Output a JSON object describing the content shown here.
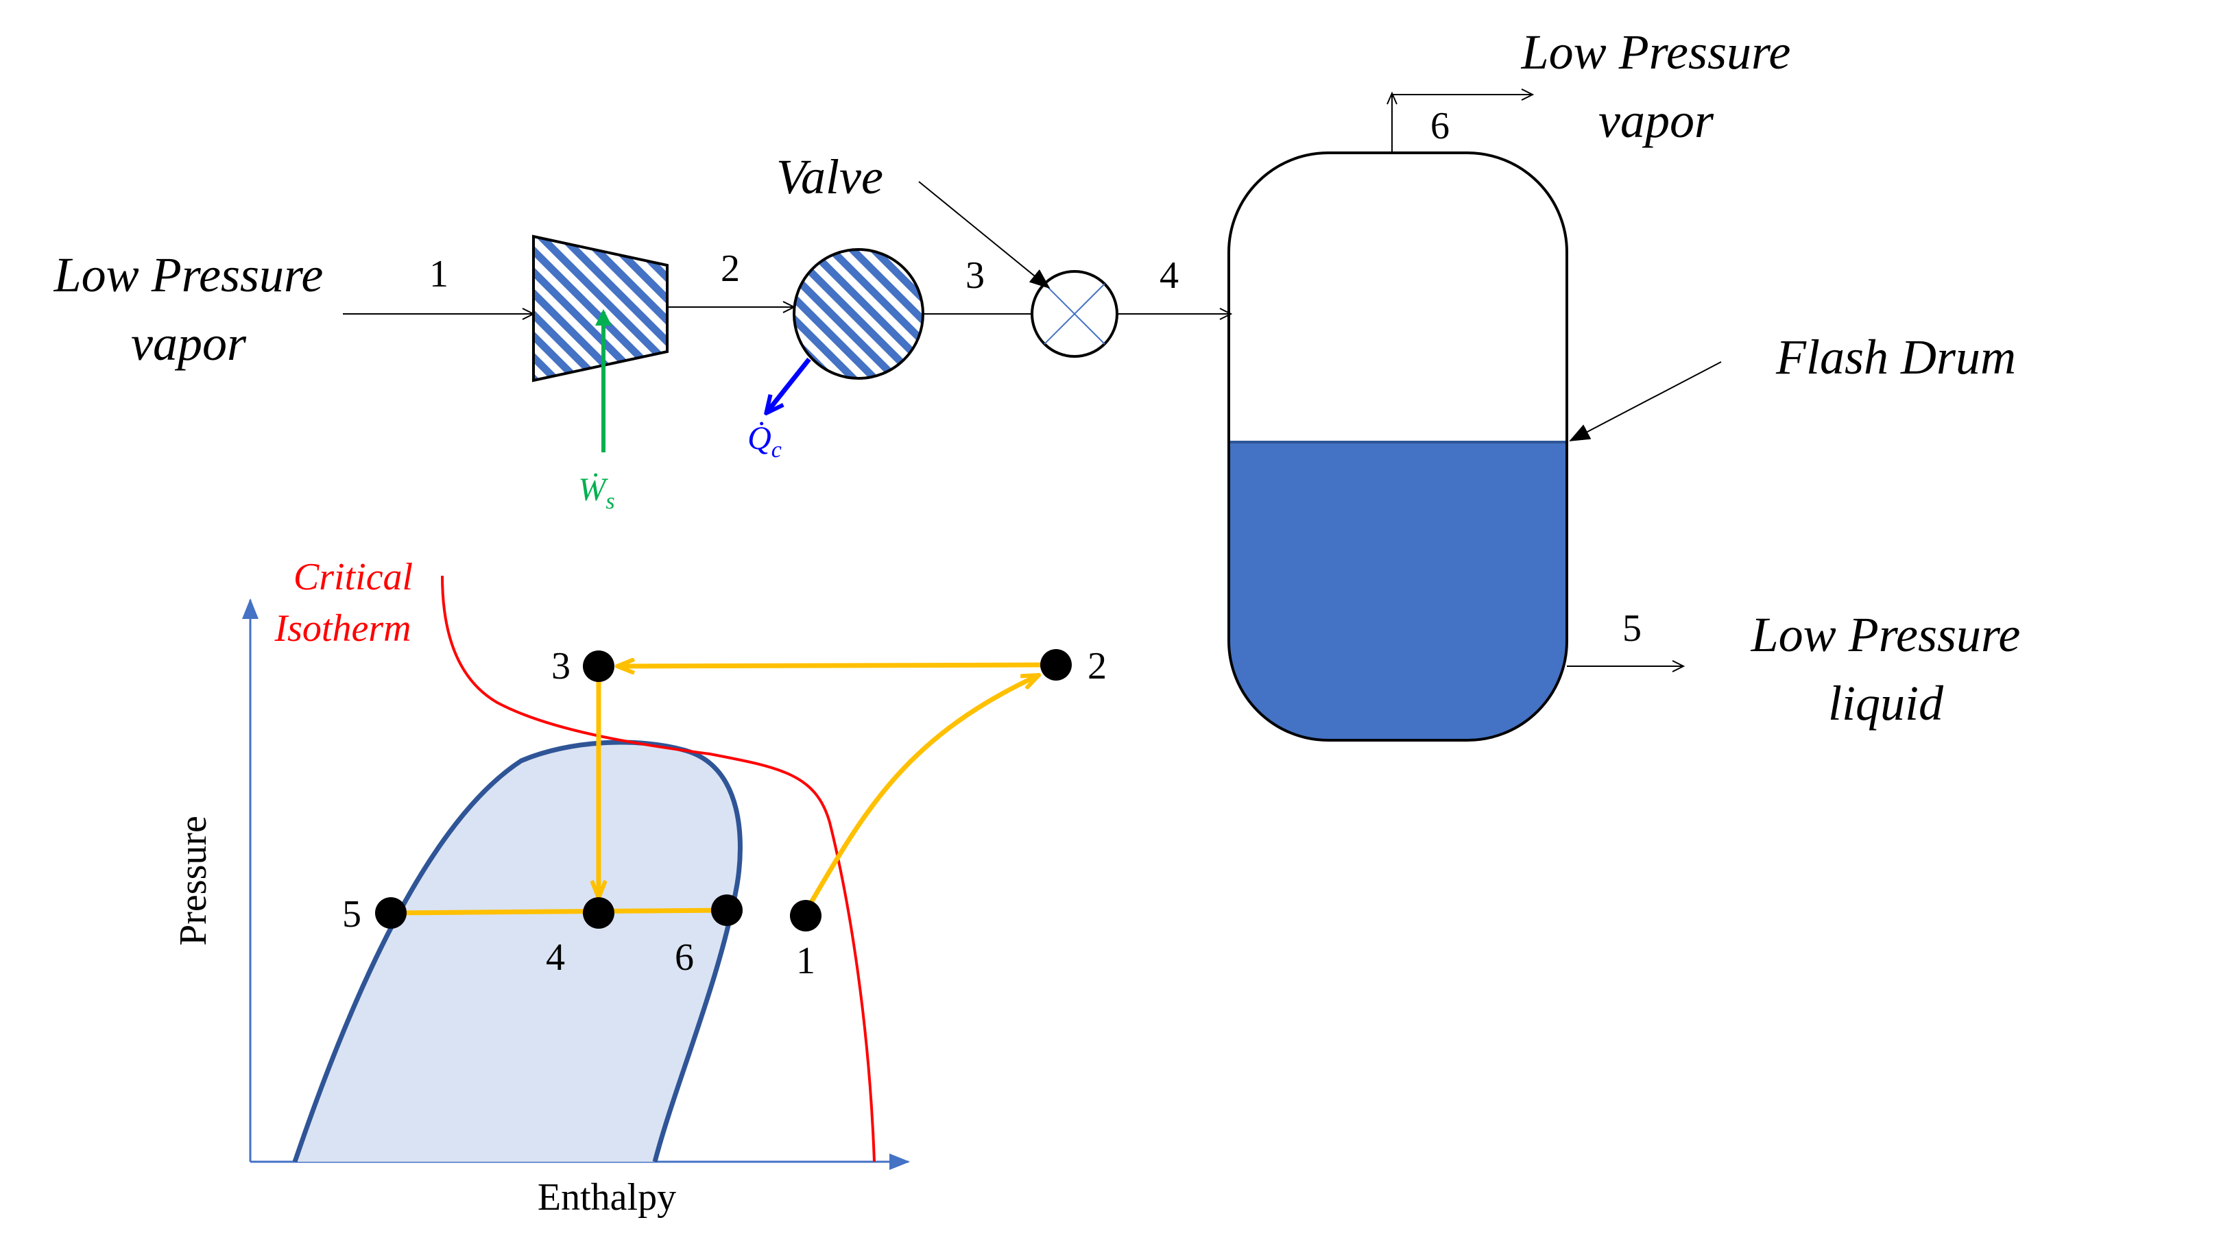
{
  "process": {
    "inlet_label_line1": "Low Pressure",
    "inlet_label_line2": "vapor",
    "valve_label": "Valve",
    "flash_drum_label": "Flash Drum",
    "vapor_out_line1": "Low Pressure",
    "vapor_out_line2": "vapor",
    "liquid_out_line1": "Low Pressure",
    "liquid_out_line2": "liquid",
    "stream_1": "1",
    "stream_2": "2",
    "stream_3": "3",
    "stream_4": "4",
    "stream_5": "5",
    "stream_6": "6",
    "work_symbol": "Ẇ",
    "work_subscript": "s",
    "heat_symbol": "Q̇",
    "heat_subscript": "c"
  },
  "ph_diagram": {
    "xlabel": "Enthalpy",
    "ylabel": "Pressure",
    "critical_label_line1": "Critical",
    "critical_label_line2": "Isotherm",
    "point_1": "1",
    "point_2": "2",
    "point_3": "3",
    "point_4": "4",
    "point_5": "5",
    "point_6": "6"
  },
  "colors": {
    "liquid_fill": "#4472c4",
    "dome_fill": "#dae3f3",
    "dome_stroke": "#2f5597",
    "critical_isotherm": "#ff0000",
    "path": "#ffc000",
    "work_arrow": "#00b050",
    "heat_arrow": "#0000ff",
    "axis": "#4472c4",
    "hatch": "#4472c4"
  }
}
